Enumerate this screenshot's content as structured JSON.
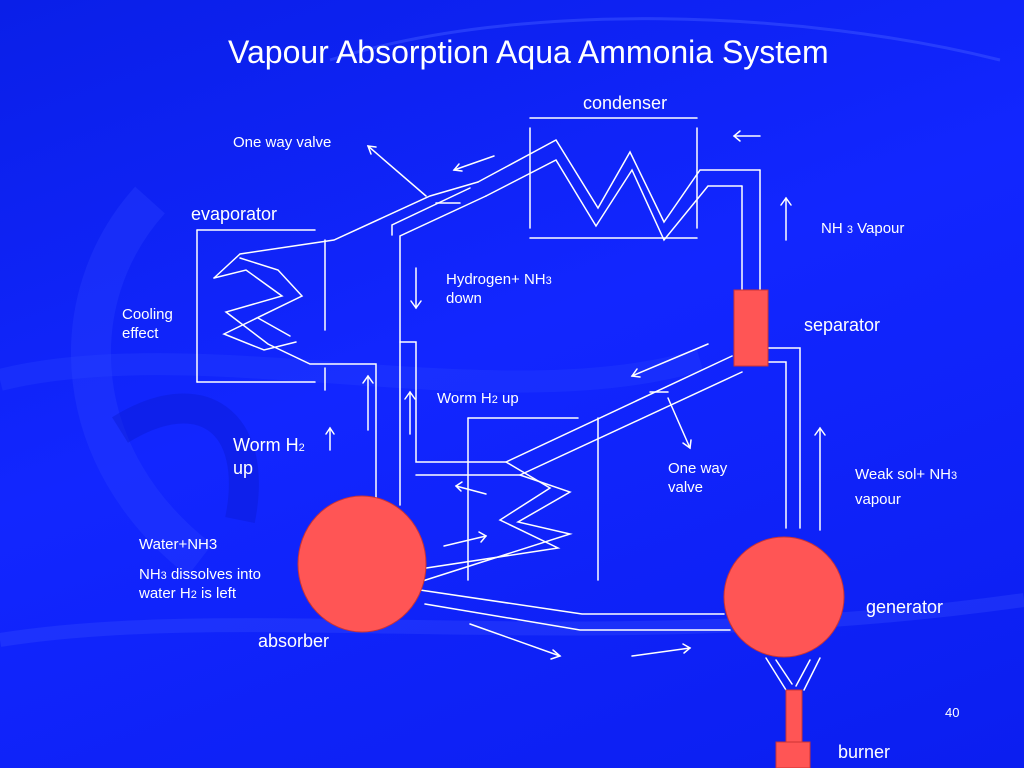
{
  "title": "Vapour Absorption Aqua Ammonia System",
  "labels": {
    "condenser": "condenser",
    "one_way_valve_top": "One way valve",
    "evaporator": "evaporator",
    "nh3_vapour_a": "NH",
    "nh3_vapour_sub": "3",
    "nh3_vapour_b": "Vapour",
    "hydrogen_nh3_a": "Hydrogen+ NH",
    "hydrogen_nh3_sub": "3",
    "hydrogen_nh3_b": "down",
    "cooling_a": "Cooling",
    "cooling_b": "effect",
    "separator": "separator",
    "worm_h2_up_mid_a": "Worm H",
    "worm_h2_up_mid_sub": "2",
    "worm_h2_up_mid_b": "up",
    "worm_h2_left_a": "Worm H",
    "worm_h2_left_sub": "2",
    "worm_h2_left_b": "up",
    "one_way_valve_mid_a": "One way",
    "one_way_valve_mid_b": "valve",
    "weak_sol_a": "Weak sol+ NH",
    "weak_sol_sub": "3",
    "weak_sol_b": "vapour",
    "water_nh3": "Water+NH3",
    "nh3_dissolves_a": "NH",
    "nh3_dissolves_sub": "3",
    "nh3_dissolves_b": "dissolves into",
    "nh3_dissolves_c": "water H",
    "nh3_dissolves_sub2": "2",
    "nh3_dissolves_d": "is left",
    "absorber": "absorber",
    "generator": "generator",
    "burner": "burner",
    "page_number": "40"
  },
  "colors": {
    "background": "#1226ff",
    "vessel": "#ff5555",
    "line": "#ffffff"
  }
}
